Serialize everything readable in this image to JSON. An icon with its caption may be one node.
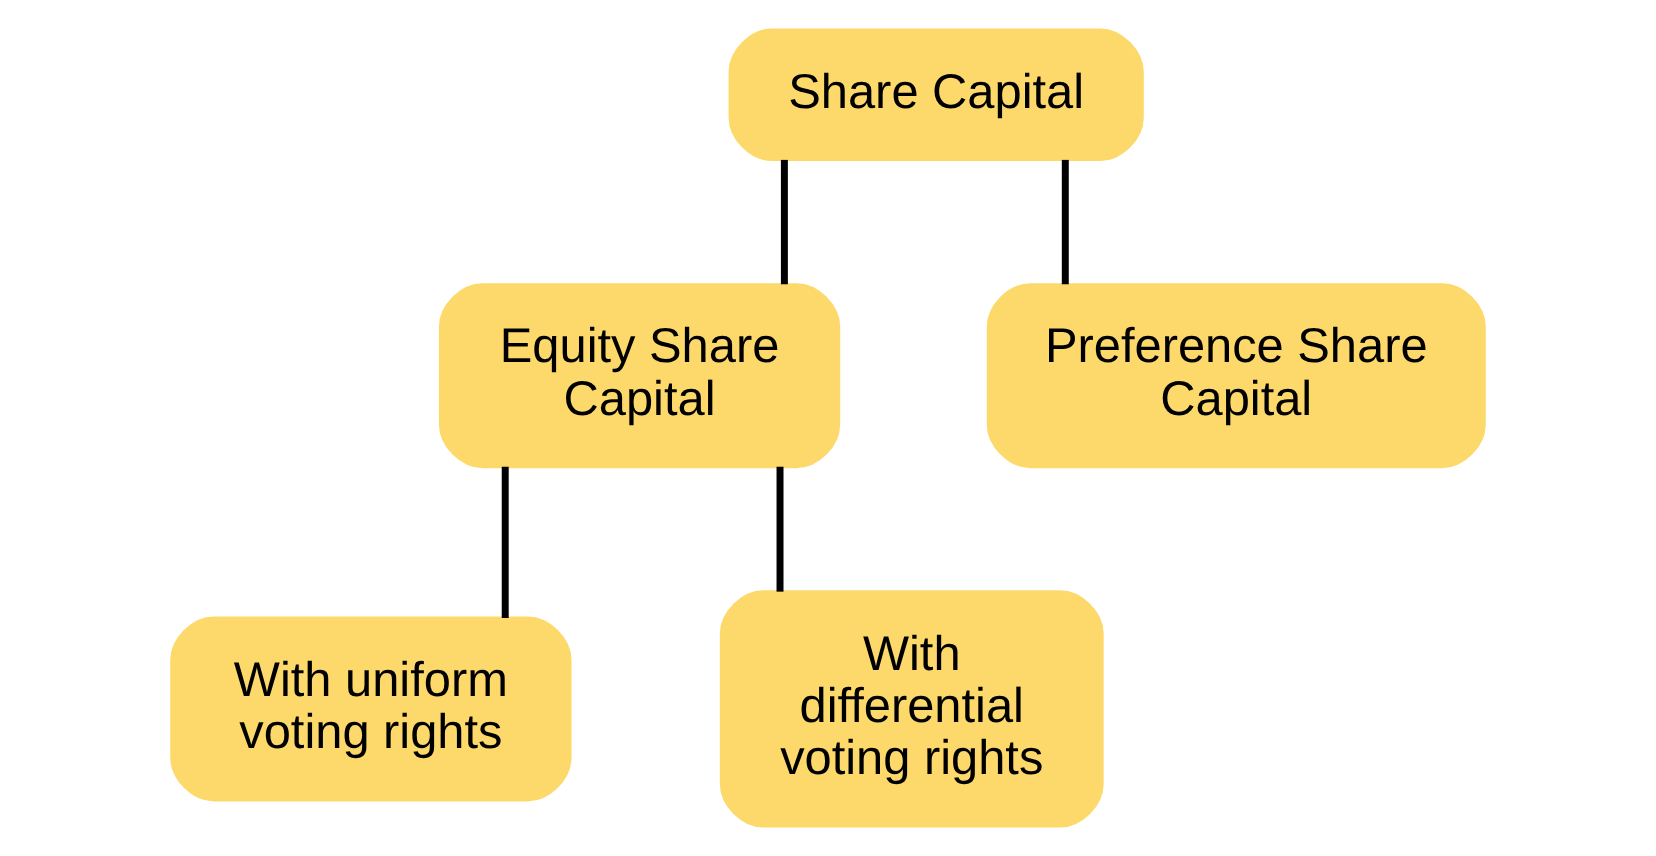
{
  "diagram": {
    "nodes": [
      {
        "text": [
          "Share Capital"
        ]
      },
      {
        "text": [
          "Equity Share Capital"
        ]
      },
      {
        "text": [
          "Preference Share Capital"
        ]
      },
      {
        "text": [
          "With uniform voting rights"
        ]
      },
      {
        "text": [
          "With differential voting rights"
        ]
      }
    ],
    "edges": [
      {
        "from": 0,
        "to": 1,
        "arrow": "none"
      },
      {
        "from": 0,
        "to": 2,
        "arrow": "none"
      },
      {
        "from": 1,
        "to": 3,
        "arrow": "none"
      },
      {
        "from": 1,
        "to": 4,
        "arrow": "none"
      }
    ]
  }
}
